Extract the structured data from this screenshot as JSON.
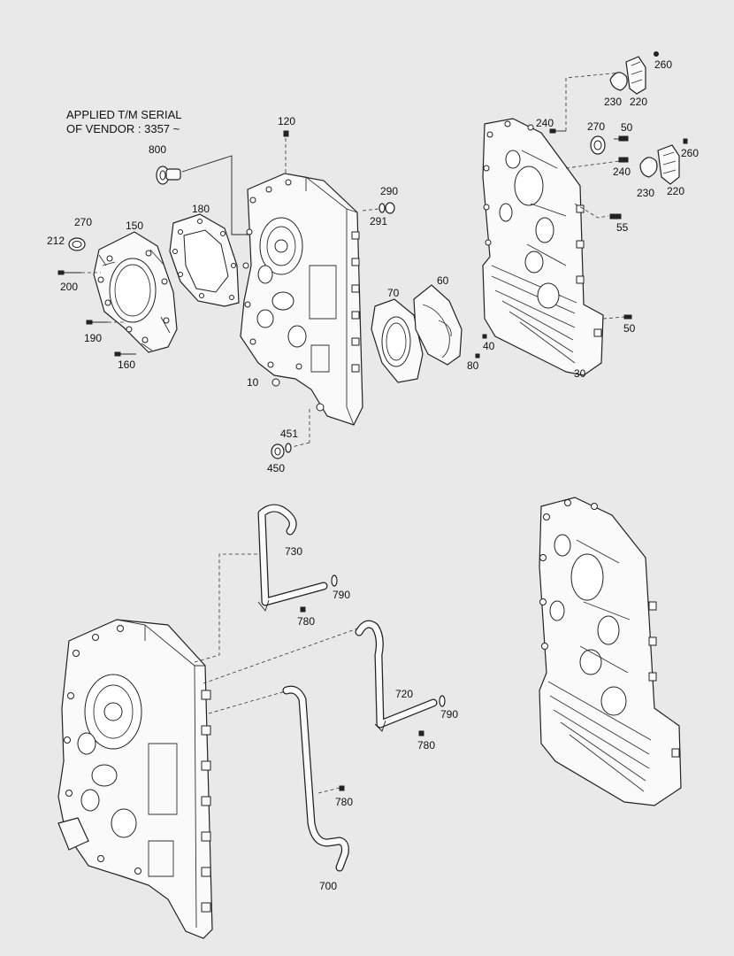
{
  "note": {
    "line1": "APPLIED T/M SERIAL",
    "line2": "OF VENDOR : 3357 ~"
  },
  "callouts": {
    "c120": "120",
    "c800": "800",
    "c180": "180",
    "c150": "150",
    "c270a": "270",
    "c212": "212",
    "c200": "200",
    "c190": "190",
    "c160": "160",
    "c10": "10",
    "c290": "290",
    "c291": "291",
    "c70": "70",
    "c60": "60",
    "c80": "80",
    "c40": "40",
    "c451": "451",
    "c450": "450",
    "c260a": "260",
    "c230a": "230",
    "c220a": "220",
    "c240a": "240",
    "c270b": "270",
    "c50a": "50",
    "c260b": "260",
    "c240b": "240",
    "c230b": "230",
    "c220b": "220",
    "c55": "55",
    "c50b": "50",
    "c30": "30",
    "c730": "730",
    "c790a": "790",
    "c780a": "780",
    "c720": "720",
    "c790b": "790",
    "c780b": "780",
    "c780c": "780",
    "c700": "700"
  }
}
